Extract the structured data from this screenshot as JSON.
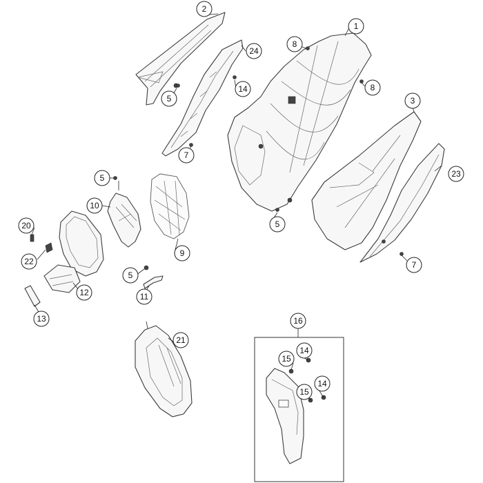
{
  "diagram": {
    "callouts": [
      {
        "id": "c2",
        "label": "2"
      },
      {
        "id": "c24",
        "label": "24"
      },
      {
        "id": "c1",
        "label": "1"
      },
      {
        "id": "c8a",
        "label": "8"
      },
      {
        "id": "c8b",
        "label": "8"
      },
      {
        "id": "c14a",
        "label": "14"
      },
      {
        "id": "c5a",
        "label": "5"
      },
      {
        "id": "c7a",
        "label": "7"
      },
      {
        "id": "c3",
        "label": "3"
      },
      {
        "id": "c23",
        "label": "23"
      },
      {
        "id": "c5b",
        "label": "5"
      },
      {
        "id": "c10",
        "label": "10"
      },
      {
        "id": "c20",
        "label": "20"
      },
      {
        "id": "c22",
        "label": "22"
      },
      {
        "id": "c9",
        "label": "9"
      },
      {
        "id": "c5c",
        "label": "5"
      },
      {
        "id": "c5d",
        "label": "5"
      },
      {
        "id": "c7b",
        "label": "7"
      },
      {
        "id": "c12",
        "label": "12"
      },
      {
        "id": "c11",
        "label": "11"
      },
      {
        "id": "c13",
        "label": "13"
      },
      {
        "id": "c16",
        "label": "16"
      },
      {
        "id": "c21",
        "label": "21"
      },
      {
        "id": "c14b",
        "label": "14"
      },
      {
        "id": "c15a",
        "label": "15"
      },
      {
        "id": "c14c",
        "label": "14"
      },
      {
        "id": "c15b",
        "label": "15"
      }
    ]
  }
}
